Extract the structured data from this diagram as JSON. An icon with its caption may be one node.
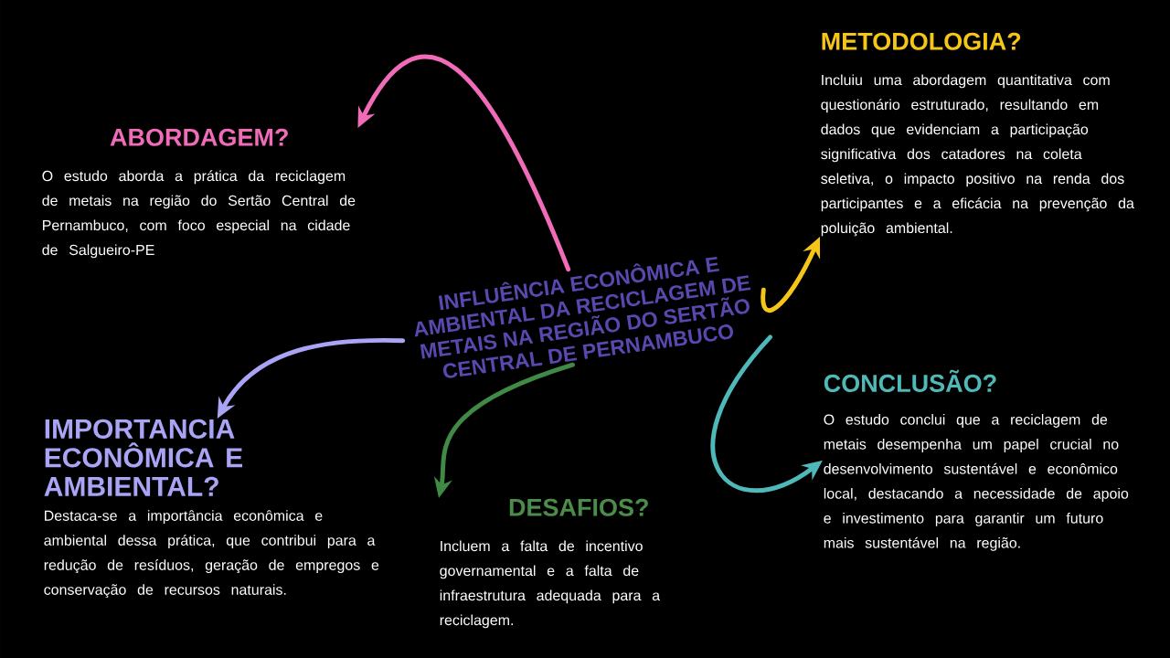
{
  "diagram": {
    "nodes": [
      {
        "text": [
          "INFLUÊNCIA ECONÔMICA E AMBIENTAL DA RECICLAGEM DE METAIS NA REGIÃO DO SERTÃO CENTRAL DE PERNAMBUCO"
        ]
      },
      {
        "text": [
          "ABORDAGEM?",
          "O estudo aborda a prática da reciclagem de metais na região do Sertão Central de Pernambuco, com foco especial na cidade de Salgueiro-PE"
        ]
      },
      {
        "text": [
          "IMPORTANCIA ECONÔMICA E AMBIENTAL?",
          "Destaca-se a importância econômica e ambiental dessa prática, que contribui para a redução de resíduos, geração de empregos e conservação de recursos naturais."
        ]
      },
      {
        "text": [
          "DESAFIOS?",
          "Incluem a falta de incentivo governamental e a falta de infraestrutura adequada para a reciclagem."
        ]
      },
      {
        "text": [
          "METODOLOGIA?",
          "Incluiu uma abordagem quantitativa com questionário estruturado, resultando em dados que evidenciam a participação significativa dos catadores na coleta seletiva, o impacto positivo na renda dos participantes e a eficácia na prevenção da poluição ambiental."
        ]
      },
      {
        "text": [
          "CONCLUSÃO?",
          "O estudo conclui que a reciclagem de metais desempenha um papel crucial no desenvolvimento sustentável e econômico local, destacando a necessidade de apoio e investimento para garantir um futuro mais sustentável na região."
        ]
      }
    ],
    "edges": [
      {
        "from": 0,
        "to": 1,
        "arrow": "to",
        "color": "#f06bb8"
      },
      {
        "from": 0,
        "to": 2,
        "arrow": "to",
        "color": "#a9a4f5"
      },
      {
        "from": 0,
        "to": 3,
        "arrow": "to",
        "color": "#3f8a45"
      },
      {
        "from": 0,
        "to": 4,
        "arrow": "to",
        "color": "#f5c518"
      },
      {
        "from": 0,
        "to": 5,
        "arrow": "to",
        "color": "#4fb8b8"
      }
    ]
  }
}
